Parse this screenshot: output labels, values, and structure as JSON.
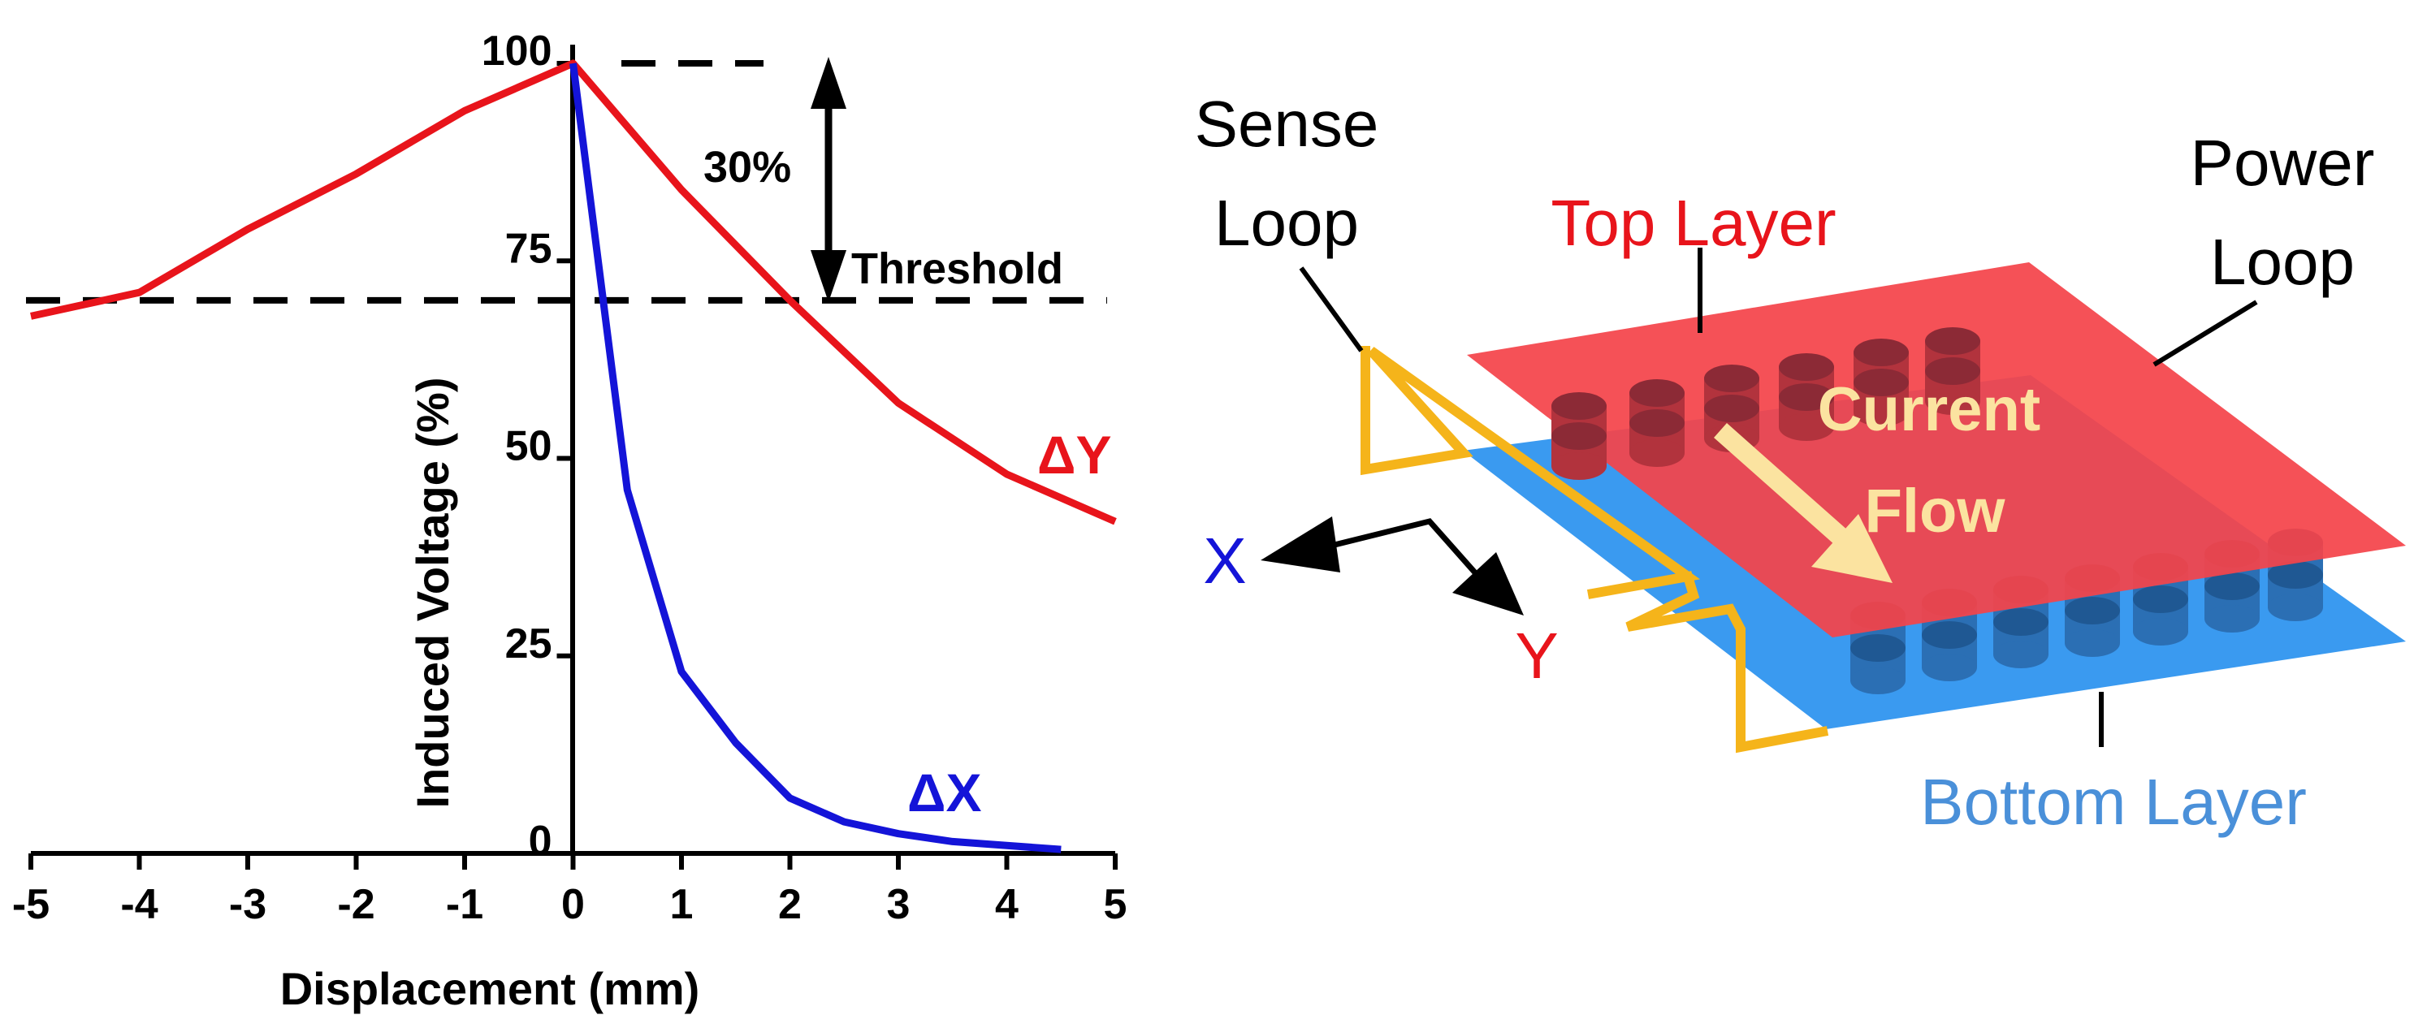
{
  "chart_data": {
    "type": "line",
    "xlabel": "Displacement (mm)",
    "ylabel": "Induced Voltage (%)",
    "xlim": [
      -5,
      5
    ],
    "ylim": [
      0,
      100
    ],
    "x_ticks": [
      "-5",
      "-4",
      "-3",
      "-2",
      "-1",
      "0",
      "1",
      "2",
      "3",
      "4",
      "5"
    ],
    "y_ticks": [
      "0",
      "25",
      "50",
      "75",
      "100"
    ],
    "threshold": 70,
    "threshold_label": "Threshold",
    "drop_label": "30%",
    "series": [
      {
        "name": "ΔY",
        "color": "#e8141b",
        "x": [
          -5,
          -4,
          -3,
          -2,
          -1,
          0,
          1,
          2,
          3,
          4,
          5
        ],
        "y": [
          68,
          71,
          79,
          86,
          94,
          100,
          84,
          70,
          57,
          48,
          42
        ]
      },
      {
        "name": "ΔX",
        "color": "#1414d8",
        "x": [
          0,
          0.5,
          1,
          1.5,
          2,
          2.5,
          3,
          3.5,
          4,
          4.5
        ],
        "y": [
          100,
          46,
          23,
          14,
          7,
          4,
          2.5,
          1.5,
          1,
          0.5
        ]
      }
    ],
    "grid": false,
    "legend": "inline"
  },
  "diagram": {
    "sense_loop": [
      "Sense",
      "Loop"
    ],
    "power_loop": [
      "Power",
      "Loop"
    ],
    "top_layer": "Top Layer",
    "bottom_layer": "Bottom Layer",
    "current_flow": [
      "Current",
      "Flow"
    ],
    "axis_x": "X",
    "axis_y": "Y",
    "colors": {
      "top_layer": "#f4444a",
      "bottom_layer": "#3a9af0",
      "loop": "#f5b41a",
      "current_arrow": "#fbe3a0",
      "bottom_label": "#4a90d9",
      "top_label": "#e8141b",
      "x_label": "#1414d8"
    }
  }
}
